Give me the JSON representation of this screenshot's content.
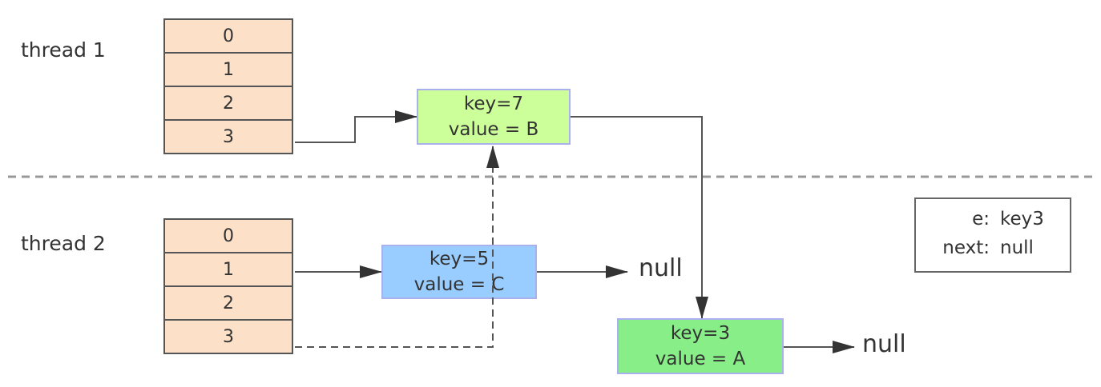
{
  "thread1": {
    "label": "thread 1",
    "buckets": [
      "0",
      "1",
      "2",
      "3"
    ]
  },
  "thread2": {
    "label": "thread 2",
    "buckets": [
      "0",
      "1",
      "2",
      "3"
    ]
  },
  "nodes": {
    "b": {
      "key": "key=7",
      "value": "value = B",
      "color": "#ccff99"
    },
    "c": {
      "key": "key=5",
      "value": "value = C",
      "color": "#99ccff"
    },
    "a": {
      "key": "key=3",
      "value": "value = A",
      "color": "#88ee88"
    }
  },
  "null_labels": [
    "null",
    "null"
  ],
  "info_box": {
    "e_label": "e:",
    "e_value": "key3",
    "next_label": "next:",
    "next_value": "null"
  }
}
